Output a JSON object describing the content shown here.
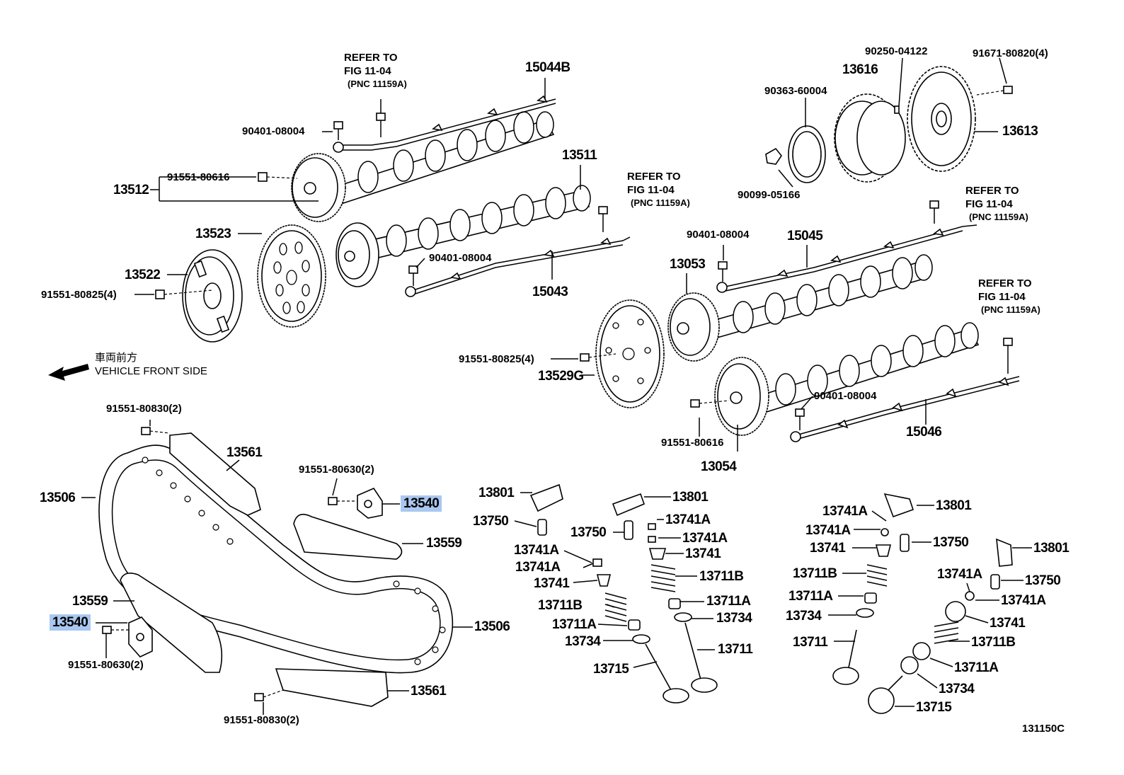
{
  "diagram_code": "131150C",
  "direction_note": {
    "jp": "車両前方",
    "en": "VEHICLE FRONT SIDE"
  },
  "refer_notes": [
    {
      "line1": "REFER TO",
      "line2": "FIG 11-04",
      "line3": "(PNC 11159A)"
    },
    {
      "line1": "REFER TO",
      "line2": "FIG 11-04",
      "line3": "(PNC 11159A)"
    },
    {
      "line1": "REFER TO",
      "line2": "FIG 11-04",
      "line3": "(PNC 11159A)"
    },
    {
      "line1": "REFER TO",
      "line2": "FIG 11-04",
      "line3": "(PNC 11159A)"
    }
  ],
  "parts": {
    "p15044B": "15044B",
    "p90401_a": "90401-08004",
    "p91551_80616_a": "91551-80616",
    "p13512": "13512",
    "p13511": "13511",
    "p13523": "13523",
    "p13522": "13522",
    "p91551_80825_a": "91551-80825(4)",
    "p90401_b": "90401-08004",
    "p15043": "15043",
    "p90250": "90250-04122",
    "p13616": "13616",
    "p91671": "91671-80820(4)",
    "p90363": "90363-60004",
    "p13613": "13613",
    "p90099": "90099-05166",
    "p90401_c": "90401-08004",
    "p15045": "15045",
    "p13053": "13053",
    "p91551_80825_b": "91551-80825(4)",
    "p13529G": "13529G",
    "p90401_d": "90401-08004",
    "p91551_80616_b": "91551-80616",
    "p13054": "13054",
    "p15046": "15046",
    "p91551_80830_a": "91551-80830(2)",
    "p13561_a": "13561",
    "p13506_a": "13506",
    "p91551_80630_a": "91551-80630(2)",
    "p13540_a": "13540",
    "p13559_a": "13559",
    "p13559_b": "13559",
    "p13540_b": "13540",
    "p91551_80630_b": "91551-80630(2)",
    "p13506_b": "13506",
    "p13561_b": "13561",
    "p91551_80830_b": "91551-80830(2)",
    "p13801_a": "13801",
    "p13750_a": "13750",
    "p13741A_a": "13741A",
    "p13741A_b": "13741A",
    "p13741_a": "13741",
    "p13711B_a": "13711B",
    "p13711A_a": "13711A",
    "p13734_a": "13734",
    "p13715_a": "13715",
    "p13801_b": "13801",
    "p13741A_c": "13741A",
    "p13750_b": "13750",
    "p13741A_d": "13741A",
    "p13741_b": "13741",
    "p13711B_b": "13711B",
    "p13711A_b": "13711A",
    "p13734_b": "13734",
    "p13711_a": "13711",
    "p13741A_e": "13741A",
    "p13801_c": "13801",
    "p13741A_f": "13741A",
    "p13741_c": "13741",
    "p13750_c": "13750",
    "p13801_d": "13801",
    "p13711B_c": "13711B",
    "p13741A_g": "13741A",
    "p13750_d": "13750",
    "p13711A_c": "13711A",
    "p13741A_h": "13741A",
    "p13734_c": "13734",
    "p13741_d": "13741",
    "p13711_b": "13711",
    "p13711B_d": "13711B",
    "p13711A_d": "13711A",
    "p13734_d": "13734",
    "p13715_b": "13715"
  },
  "highlight_color": "#a9c7f0"
}
